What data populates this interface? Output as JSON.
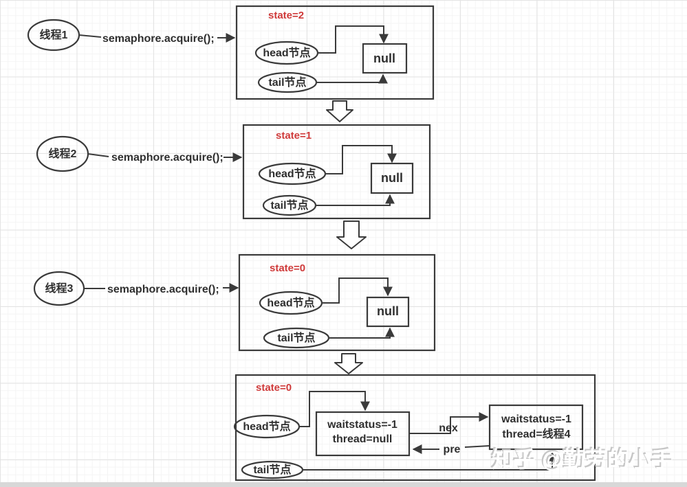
{
  "threads": [
    {
      "name": "线程1",
      "call": "semaphore.acquire();"
    },
    {
      "name": "线程2",
      "call": "semaphore.acquire();"
    },
    {
      "name": "线程3",
      "call": "semaphore.acquire();"
    }
  ],
  "stages": [
    {
      "state": "state=2",
      "head": "head节点",
      "tail": "tail节点",
      "node": "null"
    },
    {
      "state": "state=1",
      "head": "head节点",
      "tail": "tail节点",
      "node": "null"
    },
    {
      "state": "state=0",
      "head": "head节点",
      "tail": "tail节点",
      "node": "null"
    }
  ],
  "queue": {
    "state": "state=0",
    "head": "head节点",
    "tail": "tail节点",
    "node1": {
      "line1": "waitstatus=-1",
      "line2": "thread=null"
    },
    "node2": {
      "line1": "waitstatus=-1",
      "line2": "thread=线程4"
    },
    "next": "nex",
    "prev": "pre"
  },
  "watermark": "知乎 @勤劳的小手",
  "colors": {
    "stroke": "#3a3a3a",
    "state_text": "#cf3a3a",
    "label_text": "#2f2f2f",
    "grid_minor": "#f4f4f4",
    "grid_major": "#e3e3e3",
    "watermark_shadow": "#c6c6c6",
    "watermark_fill": "#ffffff"
  }
}
